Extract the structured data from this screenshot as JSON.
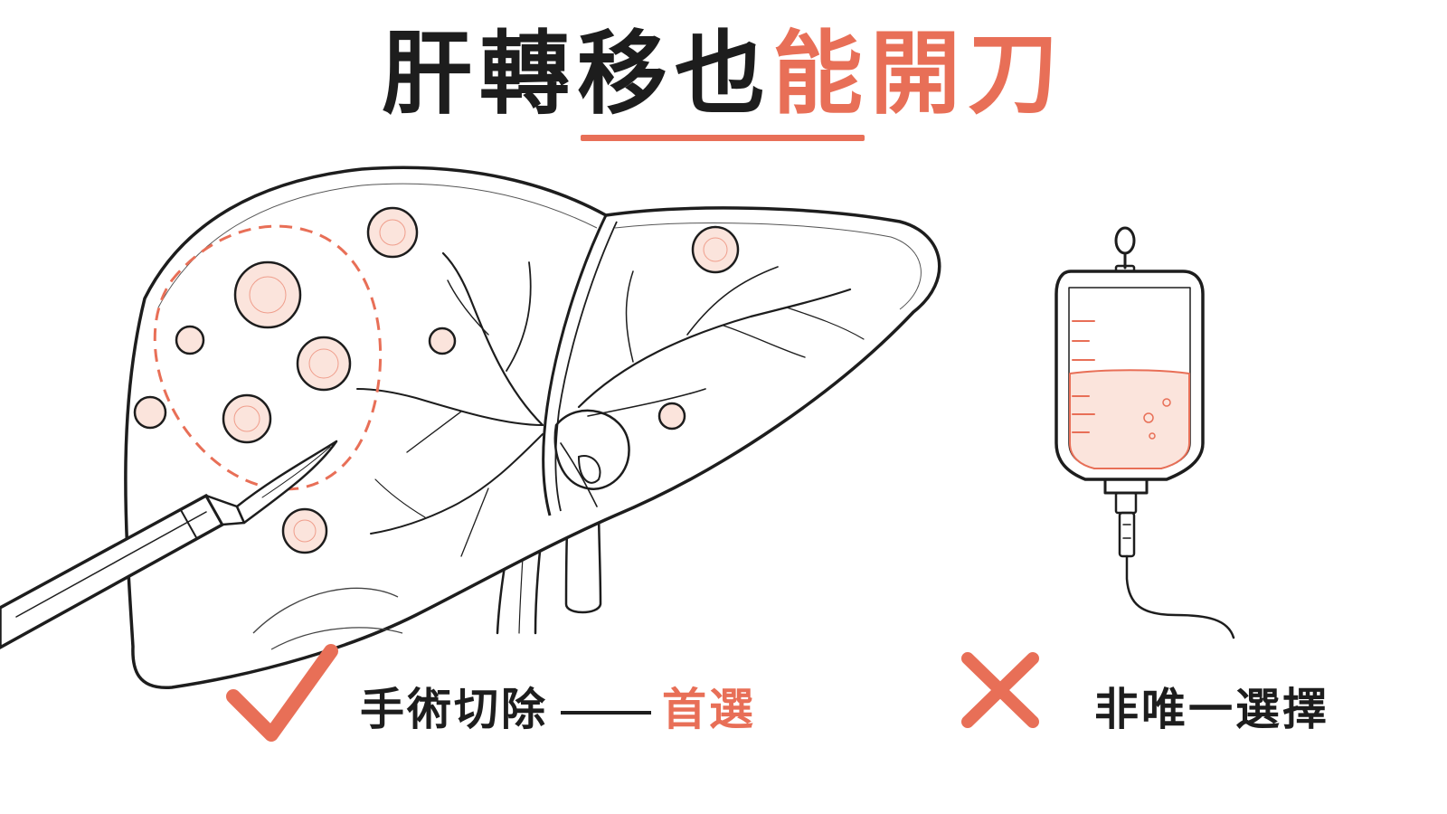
{
  "title": {
    "part1": "肝轉移也",
    "part2": "能開刀"
  },
  "left_caption": {
    "label": "手術切除",
    "highlight": "首選"
  },
  "right_caption": {
    "label": "非唯一選擇"
  },
  "icons": {
    "left": "checkmark-icon",
    "right": "cross-icon",
    "illustration": [
      "liver-illustration",
      "scalpel-icon",
      "iv-bag-icon"
    ]
  },
  "colors": {
    "accent": "#e86f57",
    "text": "#1d1d1d",
    "tumor_fill": "#fbe4dc"
  }
}
